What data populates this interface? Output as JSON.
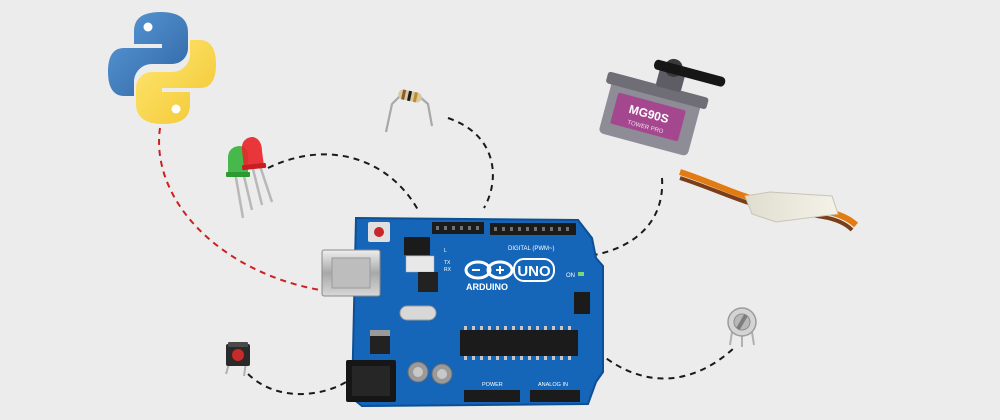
{
  "colors": {
    "background": "#ececec",
    "python_blue": "#3a74b2",
    "python_yellow": "#f7d44c",
    "board_blue": "#1565b8",
    "board_dark": "#0d4f94",
    "connector_red": "#cc2020",
    "connector_black": "#1a1a1a",
    "led_red": "#e8262a",
    "led_green": "#35b23a",
    "servo_purple": "#9a3f86"
  },
  "icons": {
    "python": "python-logo-icon",
    "arduino": "arduino-infinity-logo-icon"
  },
  "board": {
    "logo_text": "UNO",
    "brand": "ARDUINO",
    "digital_label": "DIGITAL (PWM~)",
    "analog_label": "ANALOG IN",
    "power_label": "POWER",
    "on_label": "ON",
    "tx_label": "TX",
    "rx_label": "RX",
    "l_label": "L"
  },
  "servo": {
    "model": "MG90S",
    "sub_label": "TOWER PRO"
  }
}
